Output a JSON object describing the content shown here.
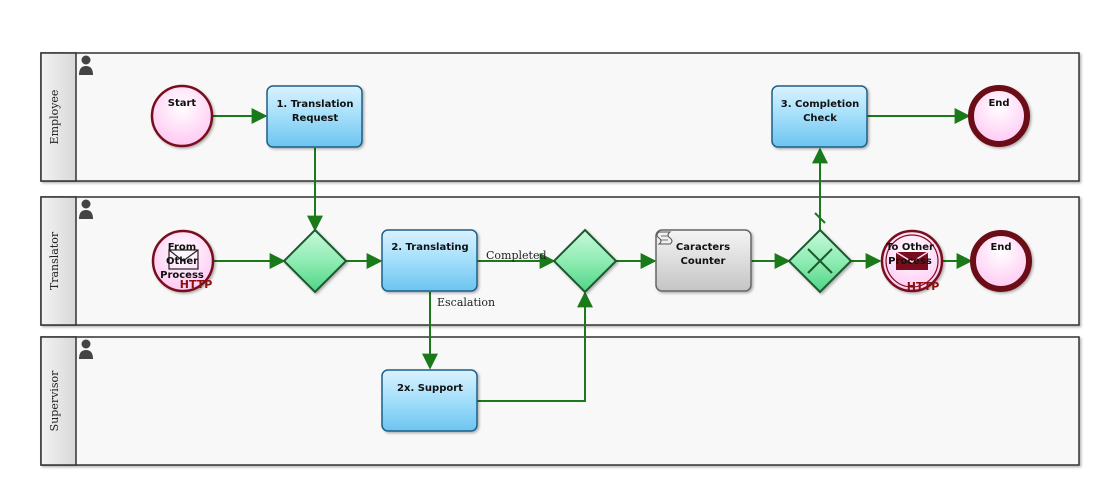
{
  "lanes": [
    {
      "name": "Employee"
    },
    {
      "name": "Translator"
    },
    {
      "name": "Supervisor"
    }
  ],
  "nodes": {
    "start_event": {
      "label": "Start"
    },
    "translation_request": {
      "label_line1": "1. Translation",
      "label_line2": "Request"
    },
    "completion_check": {
      "label_line1": "3. Completion",
      "label_line2": "Check"
    },
    "end_employee": {
      "label": "End"
    },
    "from_other_process": {
      "label_line1": "From",
      "label_line2": "Other",
      "label_line3": "Process",
      "badge": "HTTP"
    },
    "translating": {
      "label": "2. Translating"
    },
    "characters_counter": {
      "label_line1": "Caracters",
      "label_line2": "Counter"
    },
    "to_other_process": {
      "label_line1": "To Other",
      "label_line2": "Process",
      "badge": "HTTP"
    },
    "end_translator": {
      "label": "End"
    },
    "support": {
      "label": "2x. Support"
    }
  },
  "edges": {
    "completed_label": "Completed",
    "escalation_label": "Escalation"
  },
  "colors": {
    "lane_border": "#333333",
    "lane_header": "#e6e6e6",
    "task_blue": "#8fd3f7",
    "gateway_green": "#7fe6a6",
    "event_pink": "#ffd7f7",
    "event_border": "#7a0f1d",
    "flow_green": "#1a7a1a"
  }
}
